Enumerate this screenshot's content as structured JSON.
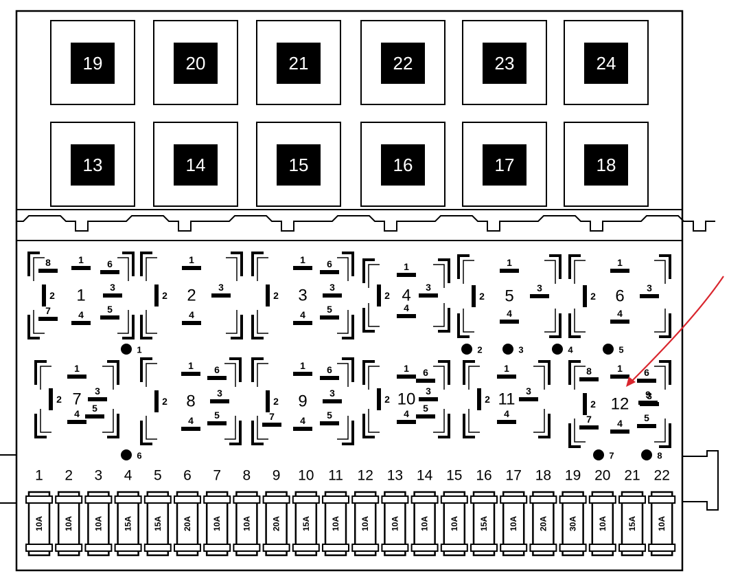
{
  "upper_relays": [
    {
      "label": "19"
    },
    {
      "label": "20"
    },
    {
      "label": "21"
    },
    {
      "label": "22"
    },
    {
      "label": "23"
    },
    {
      "label": "24"
    },
    {
      "label": "13"
    },
    {
      "label": "14"
    },
    {
      "label": "15"
    },
    {
      "label": "16"
    },
    {
      "label": "17"
    },
    {
      "label": "18"
    }
  ],
  "relay_sockets": [
    {
      "label": "1",
      "terminals": [
        "1",
        "2",
        "3",
        "4",
        "5",
        "6",
        "7",
        "8"
      ]
    },
    {
      "label": "2",
      "terminals": [
        "1",
        "2",
        "3",
        "4"
      ]
    },
    {
      "label": "3",
      "terminals": [
        "1",
        "2",
        "3",
        "4",
        "5",
        "6"
      ]
    },
    {
      "label": "4",
      "terminals": [
        "1",
        "2",
        "3",
        "4"
      ]
    },
    {
      "label": "5",
      "terminals": [
        "1",
        "2",
        "3",
        "4"
      ]
    },
    {
      "label": "6",
      "terminals": [
        "1",
        "2",
        "3",
        "4"
      ]
    },
    {
      "label": "7",
      "terminals": [
        "1",
        "2",
        "3",
        "4",
        "5"
      ]
    },
    {
      "label": "8",
      "terminals": [
        "1",
        "2",
        "3",
        "4",
        "5",
        "6"
      ]
    },
    {
      "label": "9",
      "terminals": [
        "1",
        "2",
        "3",
        "4",
        "5",
        "6",
        "7"
      ]
    },
    {
      "label": "10",
      "terminals": [
        "1",
        "2",
        "3",
        "4",
        "5",
        "6"
      ]
    },
    {
      "label": "11",
      "terminals": [
        "1",
        "2",
        "3",
        "4"
      ]
    },
    {
      "label": "12",
      "terminals": [
        "1",
        "2",
        "3",
        "4",
        "5",
        "6",
        "7",
        "8",
        "9"
      ]
    }
  ],
  "connector_points": [
    "1",
    "2",
    "3",
    "4",
    "5",
    "6",
    "7",
    "8"
  ],
  "fuses": [
    {
      "position": "1",
      "rating": "10A"
    },
    {
      "position": "2",
      "rating": "10A"
    },
    {
      "position": "3",
      "rating": "10A"
    },
    {
      "position": "4",
      "rating": "15A"
    },
    {
      "position": "5",
      "rating": "15A"
    },
    {
      "position": "6",
      "rating": "20A"
    },
    {
      "position": "7",
      "rating": "10A"
    },
    {
      "position": "8",
      "rating": "10A"
    },
    {
      "position": "9",
      "rating": "20A"
    },
    {
      "position": "10",
      "rating": "15A"
    },
    {
      "position": "11",
      "rating": "10A"
    },
    {
      "position": "12",
      "rating": "10A"
    },
    {
      "position": "13",
      "rating": "10A"
    },
    {
      "position": "14",
      "rating": "10A"
    },
    {
      "position": "15",
      "rating": "10A"
    },
    {
      "position": "16",
      "rating": "15A"
    },
    {
      "position": "17",
      "rating": "10A"
    },
    {
      "position": "18",
      "rating": "20A"
    },
    {
      "position": "19",
      "rating": "30A"
    },
    {
      "position": "20",
      "rating": "10A"
    },
    {
      "position": "21",
      "rating": "15A"
    },
    {
      "position": "22",
      "rating": "10A"
    }
  ],
  "colors": {
    "ink": "#000000",
    "paper": "#ffffff",
    "annotation_arrow": "#d9262e"
  }
}
